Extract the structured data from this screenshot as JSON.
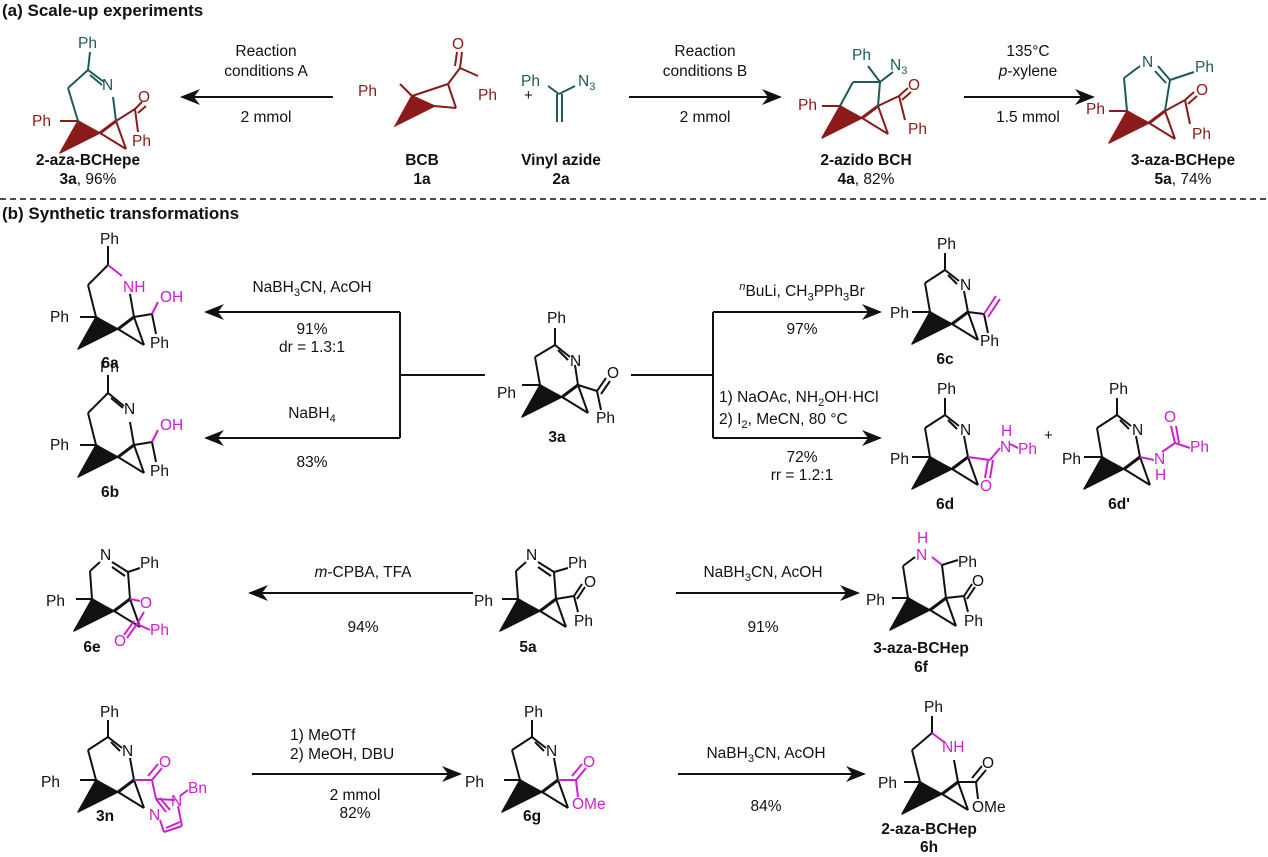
{
  "colors": {
    "core": "#8b1a1a",
    "azide": "#1f5a5a",
    "modified": "#cc22cc",
    "bonds": "#111111"
  },
  "section_a": {
    "title": "(a) Scale-up experiments",
    "reaction_A": {
      "line1": "Reaction",
      "line2": "conditions A",
      "scale": "2 mmol"
    },
    "reaction_B": {
      "line1": "Reaction",
      "line2": "conditions B",
      "scale": "2 mmol"
    },
    "reaction_C": {
      "line1": "135°C",
      "line2_italic": "p",
      "line2_rest": "-xylene",
      "scale": "1.5 mmol"
    },
    "plus": "+",
    "compounds": {
      "c3a": {
        "name": "2-aza-BCHepe",
        "id": "3a",
        "yield": ", 96%"
      },
      "c1a": {
        "name": "BCB",
        "id": "1a"
      },
      "c2a": {
        "name": "Vinyl azide",
        "id": "2a"
      },
      "c4a": {
        "name": "2-azido BCH",
        "id": "4a",
        "yield": ", 82%"
      },
      "c5a": {
        "name": "3-aza-BCHepe",
        "id": "5a",
        "yield": ", 74%"
      }
    }
  },
  "section_b": {
    "title": "(b) Synthetic transformations",
    "r6a": {
      "reagents": "NaBH3CN, AcOH",
      "yield": "91%",
      "dr": "dr = 1.3:1"
    },
    "r6b": {
      "reagents": "NaBH4",
      "yield": "83%"
    },
    "r6c": {
      "reagents": "nBuLi, CH3PPh3Br",
      "yield": "97%"
    },
    "r6d": {
      "step1": "1) NaOAc, NH2OH·HCl",
      "step2": "2) I2, MeCN, 80 °C",
      "yield": "72%",
      "rr": "rr = 1.2:1"
    },
    "r6e": {
      "reagents": "m-CPBA, TFA",
      "yield": "94%"
    },
    "r6f": {
      "reagents": "NaBH3CN, AcOH",
      "yield": "91%"
    },
    "r6g": {
      "step1": "1) MeOTf",
      "step2": "2) MeOH, DBU",
      "scale": "2 mmol",
      "yield": "82%"
    },
    "r6h": {
      "reagents": "NaBH3CN, AcOH",
      "yield": "84%"
    },
    "plus": "+",
    "labels": {
      "c6a": "6a",
      "c6b": "6b",
      "c3a": "3a",
      "c6c": "6c",
      "c6d": "6d",
      "c6d_prime": "6d'",
      "c6e": "6e",
      "c5a": "5a",
      "c6f_name": "3-aza-BCHep",
      "c6f": "6f",
      "c3n": "3n",
      "c6g": "6g",
      "c6h_name": "2-aza-BCHep",
      "c6h": "6h"
    }
  },
  "atoms": {
    "Ph": "Ph",
    "N": "N",
    "O": "O",
    "NH": "NH",
    "OH": "OH",
    "H": "H",
    "OMe": "OMe",
    "Bn": "Bn",
    "N3": "N"
  }
}
